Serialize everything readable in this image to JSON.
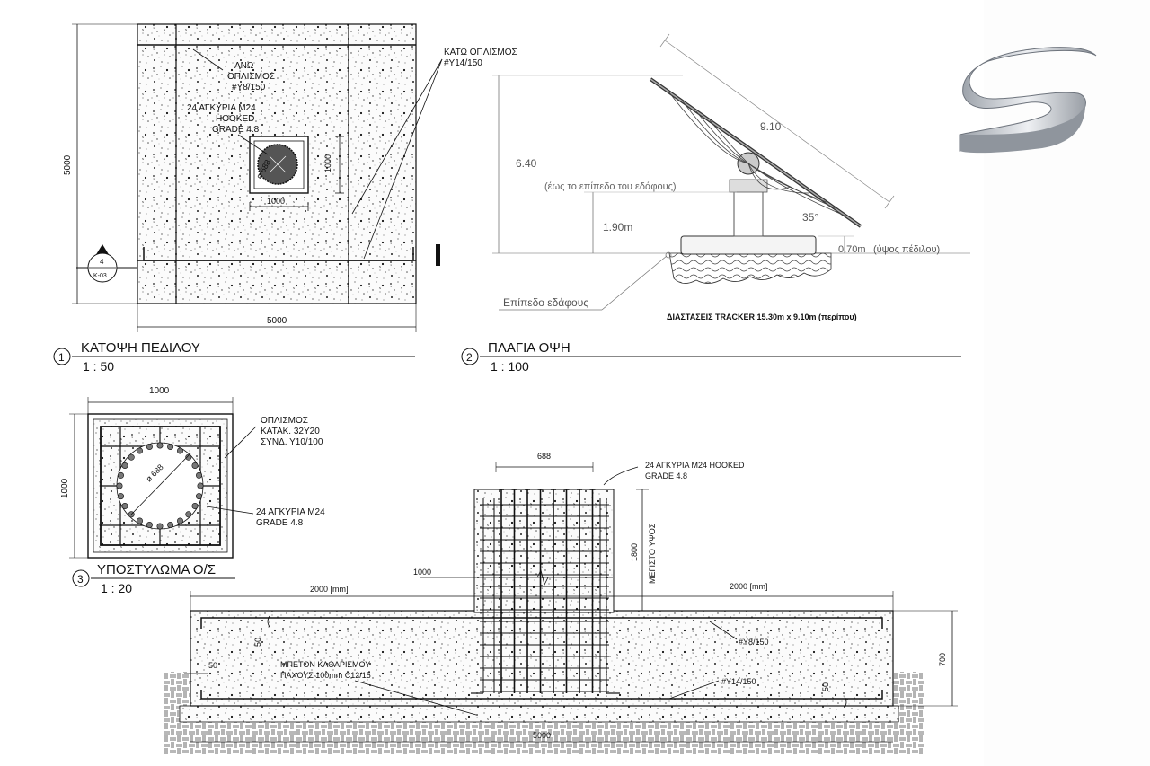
{
  "plan": {
    "title": "ΚΑΤΟΨΗ ΠΕΔΙΛΟΥ",
    "number": "1",
    "scale": "1 : 50",
    "dim_width": "5000",
    "dim_height": "5000",
    "label_bottom_rebar_1": "ΚΑΤΩ ΟΠΛΙΣΜΟΣ",
    "label_bottom_rebar_2": "#Υ14/150",
    "label_top_rebar_1": "ΑΝΩ",
    "label_top_rebar_2": "ΟΠΛΙΣΜΟΣ",
    "label_top_rebar_3": "#Υ8/150",
    "label_anchors_1": "24 ΑΓΚΥΡΙΑ Μ24",
    "label_anchors_2": "HOOKED",
    "label_anchors_3": "GRADE 4.8",
    "dim_pedestal_w": "1000",
    "dim_pedestal_h": "1000",
    "dim_circle": "ø 688",
    "section_marker_num": "4",
    "section_marker_sheet": "K-03"
  },
  "side": {
    "title": "ΠΛΑΓΙΑ ΟΨΗ",
    "number": "2",
    "scale": "1 : 100",
    "dim_total": "6.40",
    "dim_panel": "9.10",
    "dim_post": "1.90m",
    "dim_footing": "0.70m",
    "footing_note": "(ύψος πέδιλου)",
    "ground_note": "(έως το επίπεδο του εδάφους)",
    "angle": "35°",
    "ground_label": "Επίπεδο εδάφους",
    "caption": "ΔΙΑΣΤΑΣΕΙΣ TRACKER 15.30m x 9.10m (περίπου)"
  },
  "column": {
    "title": "ΥΠΟΣΤΥΛΩΜΑ Ο/Σ",
    "number": "3",
    "scale": "1 : 20",
    "dim_w": "1000",
    "dim_h": "1000",
    "dim_circle": "ø 688",
    "label_rebar_1": "ΟΠΛΙΣΜΟΣ",
    "label_rebar_2": "ΚΑΤΑΚ. 32Υ20",
    "label_rebar_3": "ΣΥΝΔ. Υ10/100",
    "label_anchor_1": "24 ΑΓΚΥΡΙΑ Μ24",
    "label_anchor_2": "GRADE 4.8"
  },
  "section": {
    "dim_688": "688",
    "anchor_1": "24 ΑΓΚΥΡΙΑ Μ24  HOOKED",
    "anchor_2": "GRADE 4.8",
    "dim_1800": "1800",
    "max_height": "ΜΕΓΙΣΤΟ ΥΨΟΣ",
    "dim_1000": "1000",
    "dim_left": "2000 [mm]",
    "dim_right": "2000 [mm]",
    "dim_700": "700",
    "dim_50_top": "50",
    "dim_50_left": "50",
    "dim_50_right": "50",
    "label_top_rebar": "#Υ8/150",
    "label_bottom_rebar": "#Υ14/150",
    "blinding_1": "ΜΠΕΤΟΝ ΚΑΘΑΡΙΣΜΟΥ",
    "blinding_2": "ΠΑΧΟΥΣ 100mm C12/15",
    "dim_total": "5000"
  },
  "colors": {
    "line": "#111111",
    "logo_light": "#e6e8ec",
    "logo_dark": "#7a7f88",
    "faded_text": "#cfcfcf"
  }
}
